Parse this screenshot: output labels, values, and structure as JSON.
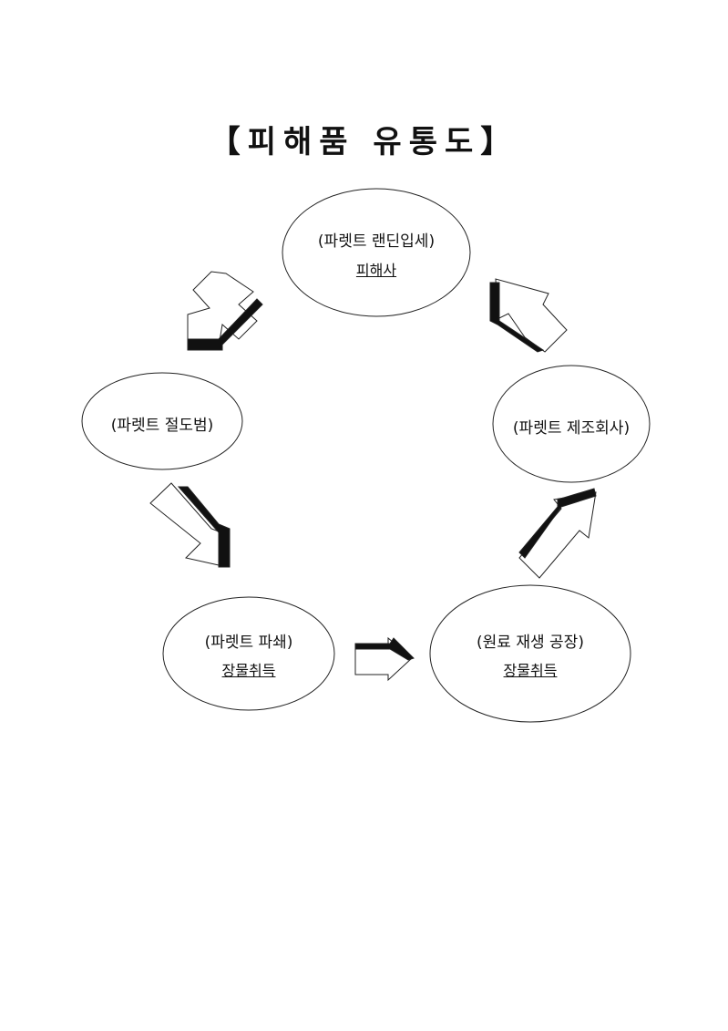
{
  "title": "【피해품 유통도】",
  "nodes": [
    {
      "label": "(파렛트 랜딘입세)",
      "sub": "피해사"
    },
    {
      "label": "(파렛트 절도범)"
    },
    {
      "label": "(파렛트 제조회사)"
    },
    {
      "label": "(파렛트 파쇄)",
      "sub": "장물취득"
    },
    {
      "label": "(원료 재생 공장)",
      "sub": "장물취득"
    }
  ]
}
